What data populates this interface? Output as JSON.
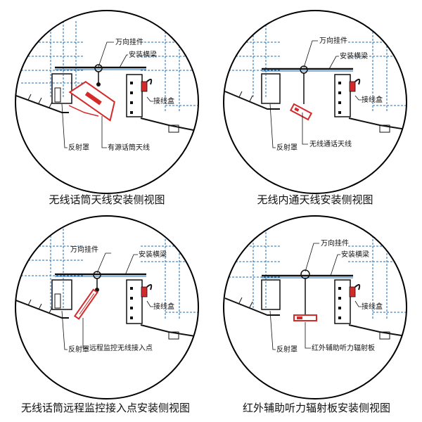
{
  "panels": [
    {
      "caption": "无线话筒天线安装侧视图",
      "labels": {
        "swivel": "万向挂件",
        "beam": "安装横梁",
        "junction": "接线盒",
        "reflector": "反射罩",
        "device": "有源话筒天线"
      }
    },
    {
      "caption": "无线内通天线安装侧视图",
      "labels": {
        "swivel": "万向挂件",
        "beam": "安装横梁",
        "junction": "接线盒",
        "reflector": "反射罩",
        "device": "无线通话天线"
      }
    },
    {
      "caption": "无线话筒远程监控接入点安装侧视图",
      "labels": {
        "swivel": "万向挂件",
        "beam": "安装横梁",
        "junction": "接线盒",
        "reflector": "反射罩",
        "device": "远程监控无线接入点"
      }
    },
    {
      "caption": "红外辅助听力辐射板安装侧视图",
      "labels": {
        "swivel": "万向挂件",
        "beam": "安装横梁",
        "junction": "接线盒",
        "reflector": "反射罩",
        "device": "红外辅助听力辐射板"
      }
    }
  ],
  "colors": {
    "wall": "#1f6fb5",
    "line": "#111111",
    "device": "#d42a2a",
    "frame": "#000000"
  }
}
